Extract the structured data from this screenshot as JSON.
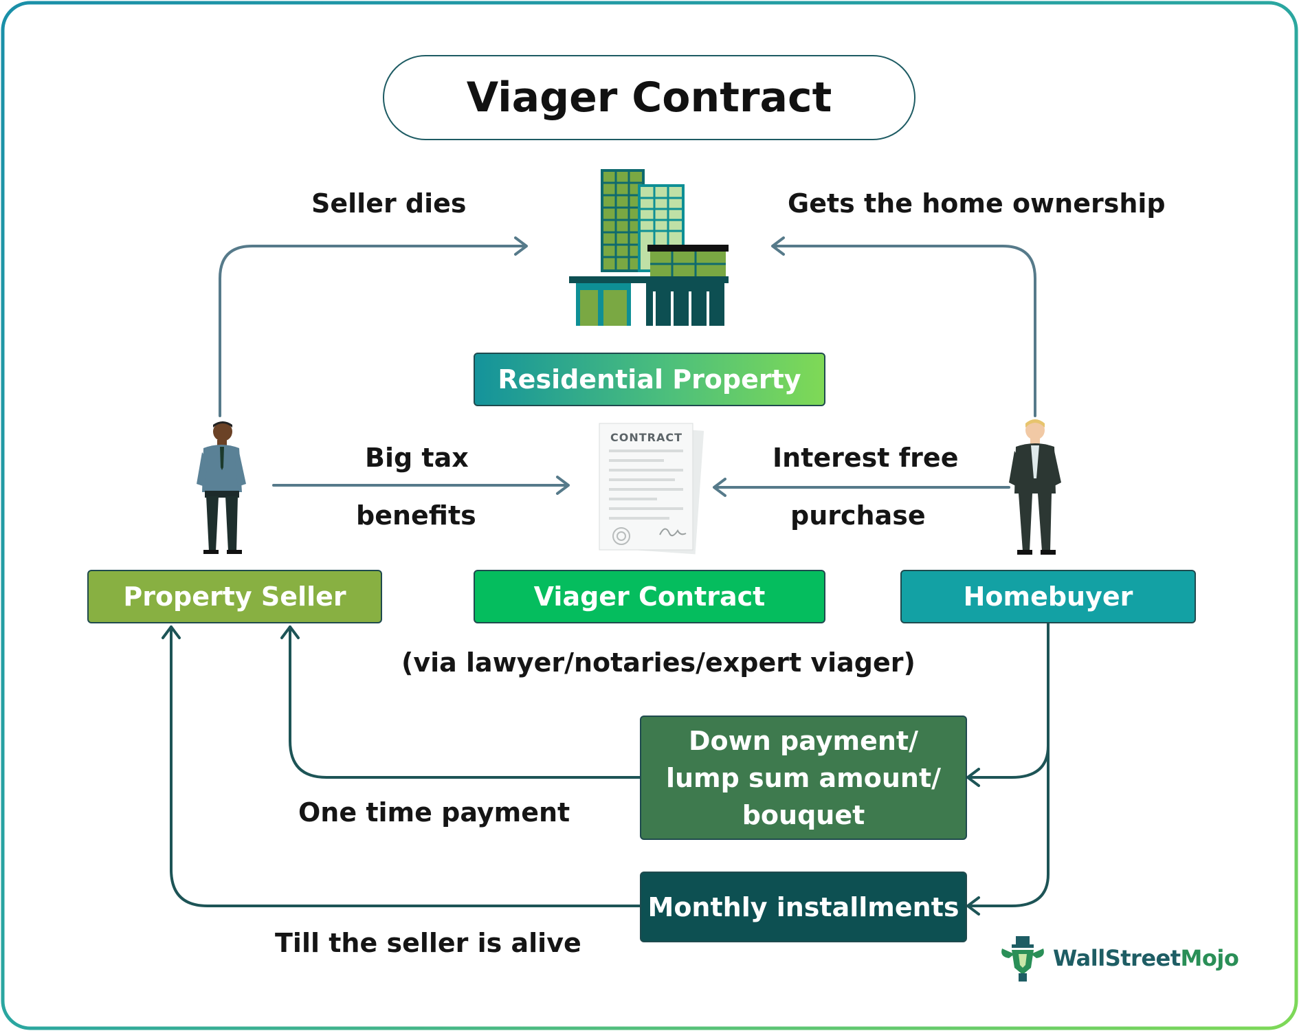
{
  "title": "Viager Contract",
  "labels": {
    "seller_dies": "Seller dies",
    "gets_home": "Gets the home ownership",
    "big_tax": "Big tax",
    "benefits": "benefits",
    "interest_free": "Interest free",
    "purchase": "purchase",
    "via": "(via lawyer/notaries/expert viager)",
    "one_time": "One time payment",
    "till_alive": "Till the seller is alive"
  },
  "boxes": {
    "residential": "Residential Property",
    "seller": "Property Seller",
    "viager": "Viager Contract",
    "buyer": "Homebuyer",
    "down_payment": [
      "Down payment/",
      "lump sum amount/",
      "bouquet"
    ],
    "monthly": "Monthly installments"
  },
  "contract_doc_title": "CONTRACT",
  "brand": {
    "wall_street": "WallStreet",
    "mojo": "Mojo"
  },
  "colors": {
    "seller_box": "#88b042",
    "viager_box": "#05bd5e",
    "buyer_box": "#13a1a4",
    "down_box": "#3e7a4e",
    "monthly_box": "#0d5052",
    "arrow_upper": "#567a8a",
    "arrow_lower": "#1d5456"
  }
}
